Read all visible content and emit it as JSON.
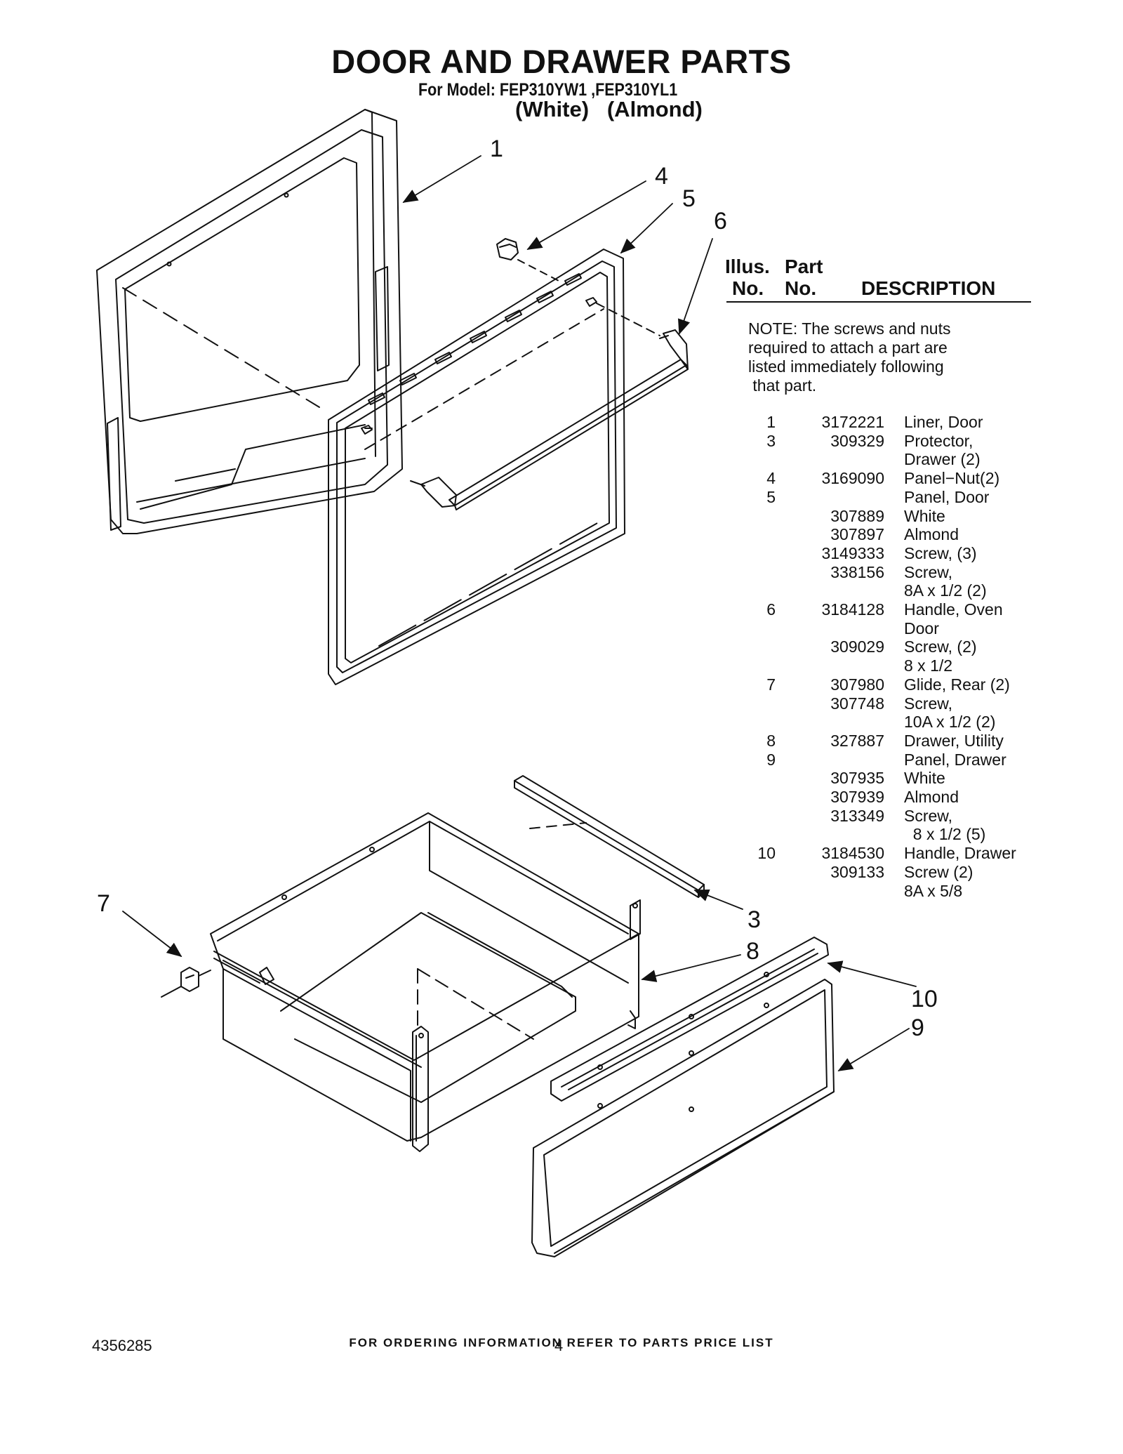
{
  "header": {
    "title": "DOOR AND DRAWER PARTS",
    "model_line": "For Model: FEP310YW1 ,FEP310YL1",
    "color_line": "(White)   (Almond)"
  },
  "callouts": [
    "1",
    "4",
    "5",
    "6",
    "7",
    "3",
    "8",
    "10",
    "9"
  ],
  "table": {
    "col_illus": [
      "Illus.",
      "No."
    ],
    "col_part": [
      "Part",
      "No."
    ],
    "col_desc": "DESCRIPTION",
    "note": [
      "NOTE: The screws and nuts",
      "required to attach a part are",
      "listed immediately following",
      " that part."
    ],
    "rows": [
      {
        "no": "1",
        "part": "3172221",
        "desc": "Liner, Door"
      },
      {
        "no": "3",
        "part": "309329",
        "desc": "Protector,"
      },
      {
        "no": "",
        "part": "",
        "desc": "Drawer (2)"
      },
      {
        "no": "4",
        "part": "3169090",
        "desc": "Panel−Nut(2)"
      },
      {
        "no": "5",
        "part": "",
        "desc": "Panel, Door"
      },
      {
        "no": "",
        "part": "307889",
        "desc": "White"
      },
      {
        "no": "",
        "part": "307897",
        "desc": "Almond"
      },
      {
        "no": "",
        "part": "3149333",
        "desc": "Screw, (3)"
      },
      {
        "no": "",
        "part": "338156",
        "desc": "Screw,"
      },
      {
        "no": "",
        "part": "",
        "desc": "8A x 1/2 (2)"
      },
      {
        "no": "6",
        "part": "3184128",
        "desc": "Handle, Oven"
      },
      {
        "no": "",
        "part": "",
        "desc": "Door"
      },
      {
        "no": "",
        "part": "309029",
        "desc": "Screw, (2)"
      },
      {
        "no": "",
        "part": "",
        "desc": "8 x 1/2"
      },
      {
        "no": "7",
        "part": "307980",
        "desc": "Glide, Rear (2)"
      },
      {
        "no": "",
        "part": "307748",
        "desc": "Screw,"
      },
      {
        "no": "",
        "part": "",
        "desc": "10A x 1/2 (2)"
      },
      {
        "no": "8",
        "part": "327887",
        "desc": "Drawer, Utility"
      },
      {
        "no": "9",
        "part": "",
        "desc": "Panel, Drawer"
      },
      {
        "no": "",
        "part": "307935",
        "desc": "White"
      },
      {
        "no": "",
        "part": "307939",
        "desc": "Almond"
      },
      {
        "no": "",
        "part": "313349",
        "desc": "Screw,"
      },
      {
        "no": "",
        "part": "",
        "desc": "  8 x 1/2 (5)"
      },
      {
        "no": "10",
        "part": "3184530",
        "desc": "Handle, Drawer"
      },
      {
        "no": "",
        "part": "309133",
        "desc": "Screw (2)"
      },
      {
        "no": "",
        "part": "",
        "desc": "8A x 5/8"
      }
    ]
  },
  "footer": {
    "ordering_info": "FOR ORDERING INFORMATION REFER TO PARTS PRICE LIST",
    "doc_number": "4356285",
    "page_number": "4"
  }
}
